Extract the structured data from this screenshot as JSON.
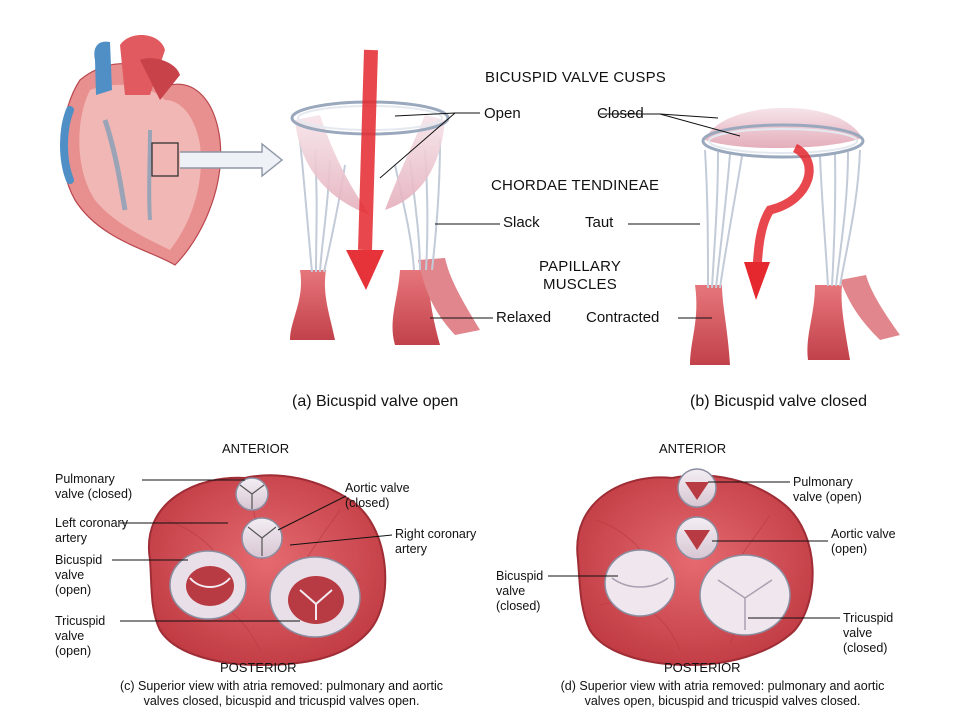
{
  "panel_a_b": {
    "header_cusps": "BICUSPID VALVE CUSPS",
    "open": "Open",
    "closed": "Closed",
    "header_chordae": "CHORDAE TENDINEAE",
    "slack": "Slack",
    "taut": "Taut",
    "header_papillary_line1": "PAPILLARY",
    "header_papillary_line2": "MUSCLES",
    "relaxed": "Relaxed",
    "contracted": "Contracted",
    "caption_a": "(a) Bicuspid valve open",
    "caption_b": "(b) Bicuspid valve closed"
  },
  "panel_c": {
    "anterior": "ANTERIOR",
    "posterior": "POSTERIOR",
    "pulmonary": "Pulmonary\nvalve (closed)",
    "aortic": "Aortic valve\n(closed)",
    "left_coronary": "Left coronary\nartery",
    "right_coronary": "Right coronary\nartery",
    "bicuspid": "Bicuspid\nvalve\n(open)",
    "tricuspid": "Tricuspid\nvalve\n(open)",
    "caption_line1": "(c) Superior view with atria removed: pulmonary and aortic",
    "caption_line2": "valves closed, bicuspid and tricuspid valves open."
  },
  "panel_d": {
    "anterior": "ANTERIOR",
    "posterior": "POSTERIOR",
    "pulmonary": "Pulmonary\nvalve (open)",
    "aortic": "Aortic valve\n(open)",
    "bicuspid": "Bicuspid\nvalve\n(closed)",
    "tricuspid": "Tricuspid\nvalve\n(closed)",
    "caption_line1": "(d) Superior view with atria removed: pulmonary and aortic",
    "caption_line2": "valves open, bicuspid and tricuspid valves closed."
  },
  "colors": {
    "muscle": "#d9545a",
    "muscle_dark": "#b8343c",
    "valve": "#e9dde6",
    "tendon": "#cfd6e2",
    "arrow": "#e4282e",
    "vessel_blue": "#4f8fc6"
  }
}
